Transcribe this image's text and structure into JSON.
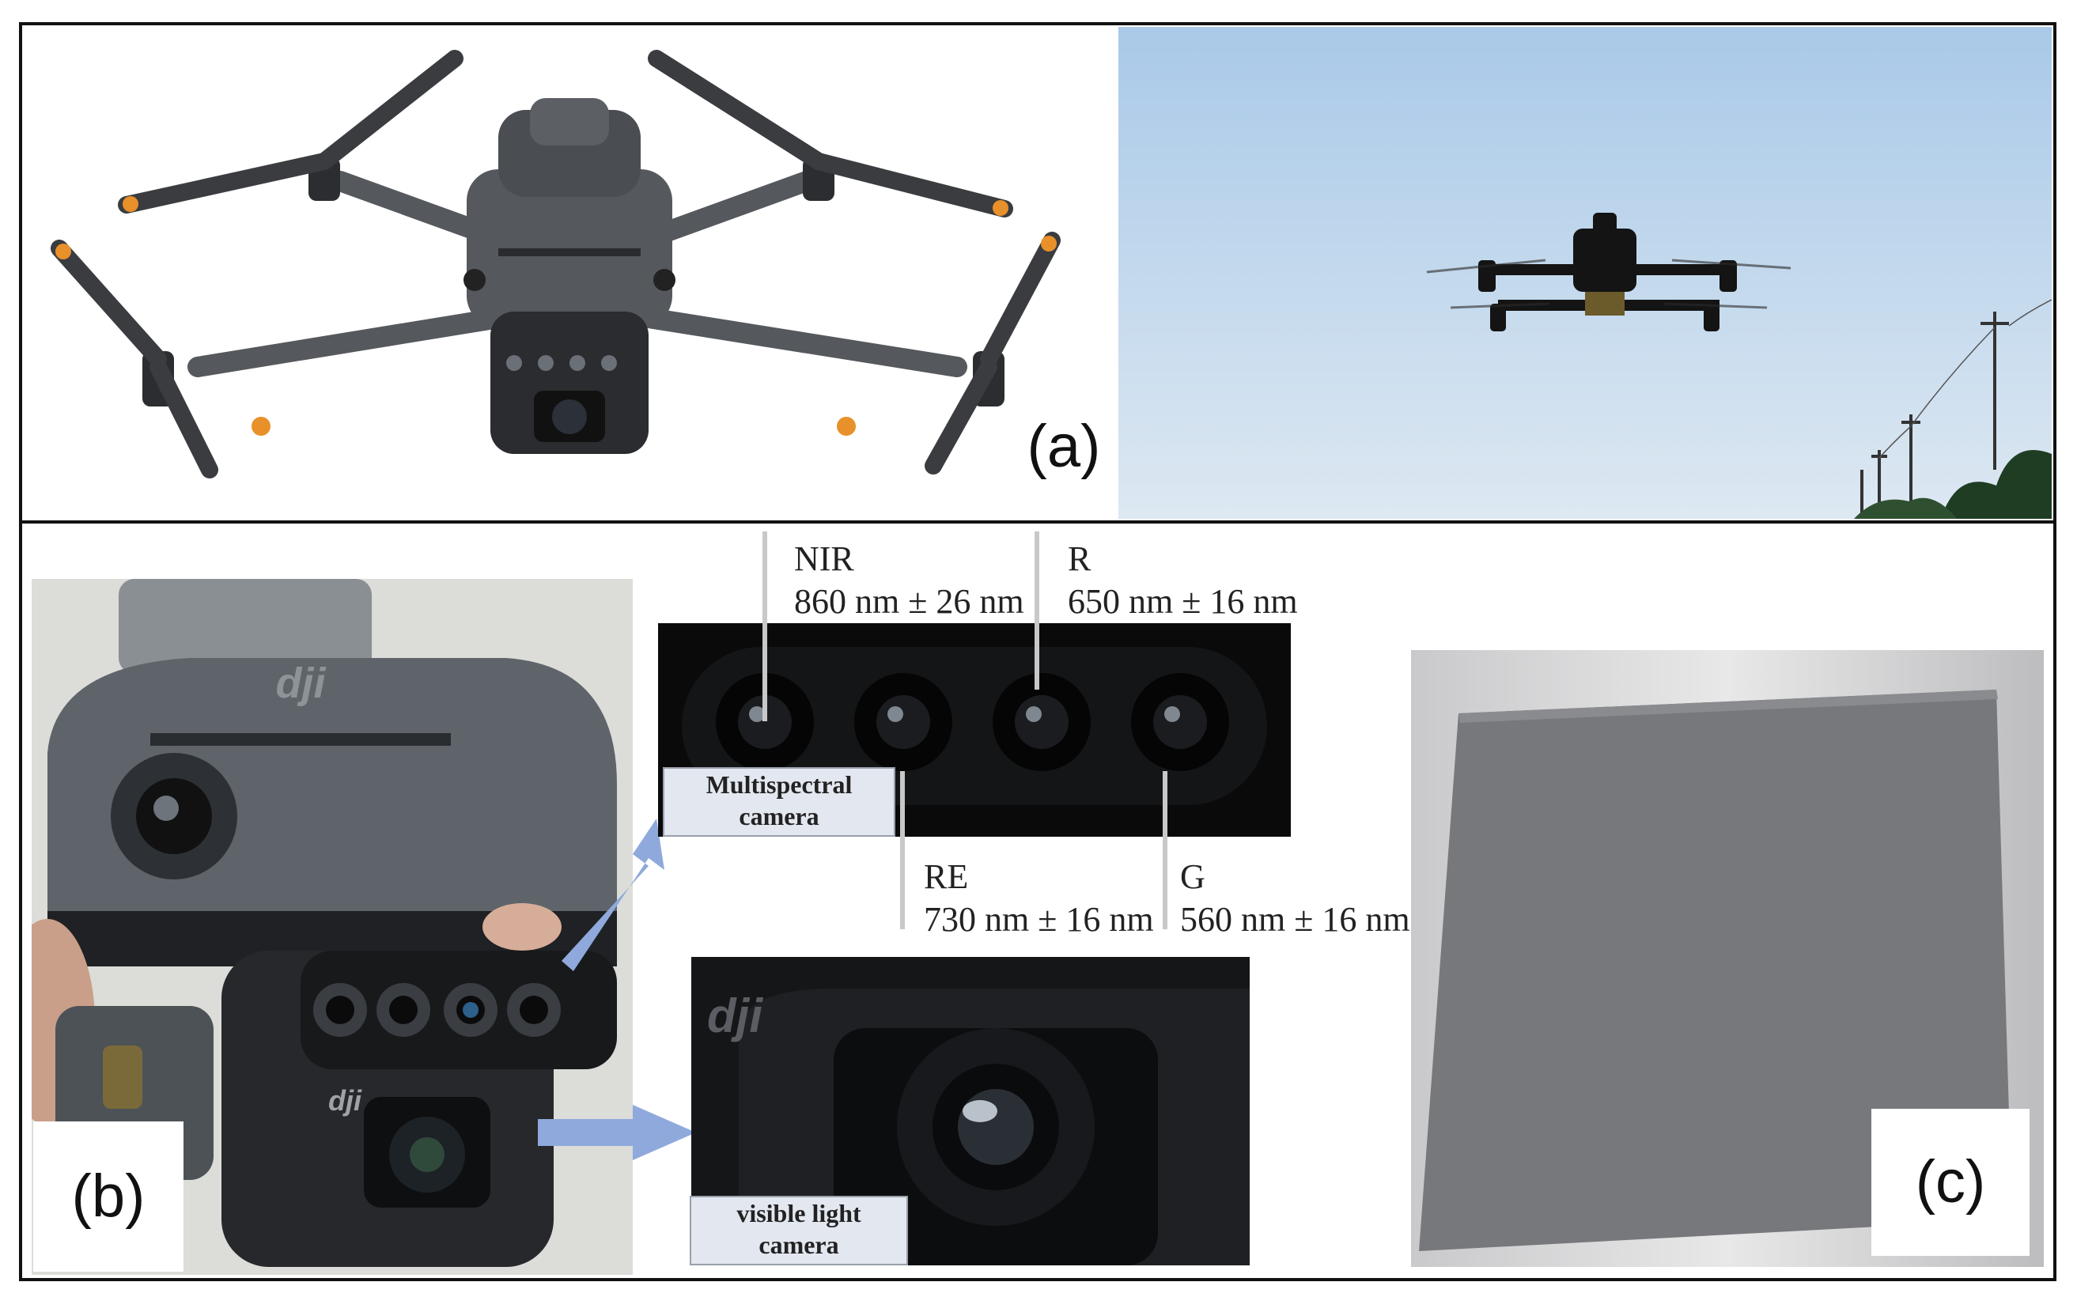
{
  "panels": {
    "a": {
      "label": "(a)"
    },
    "b": {
      "label": "(b)"
    },
    "c": {
      "label": "(c)"
    }
  },
  "bands": {
    "nir": {
      "name": "NIR",
      "range": "860 nm ± 26 nm"
    },
    "r": {
      "name": "R",
      "range": "650 nm ± 16 nm"
    },
    "re": {
      "name": "RE",
      "range": "730 nm ± 16 nm"
    },
    "g": {
      "name": "G",
      "range": "560 nm ± 16 nm"
    }
  },
  "cameras": {
    "multispectral": {
      "line1": "Multispectral",
      "line2": "camera"
    },
    "visible": {
      "line1": "visible light",
      "line2": "camera"
    }
  },
  "logos": {
    "brand": "dji"
  },
  "colors": {
    "drone_body": "#4a4d52",
    "propeller_tip": "#e8902a",
    "sky": "#b9d3ea",
    "arrow": "#8fa9dc",
    "reflectance_panel": "#77787c",
    "lens_housing": "#121314"
  }
}
